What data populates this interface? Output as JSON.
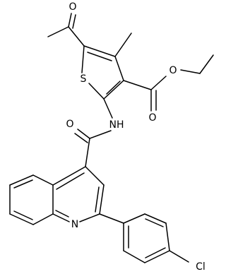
{
  "colors": {
    "bond": "#000000",
    "background": "#ffffff"
  },
  "atoms": {
    "O_acetyl": "O",
    "S_ring": "S",
    "O_carbonyl_ester": "O",
    "O_ester": "O",
    "O_amide": "O",
    "NH_amide": "NH",
    "N_quinoline": "N",
    "Cl": "Cl"
  }
}
